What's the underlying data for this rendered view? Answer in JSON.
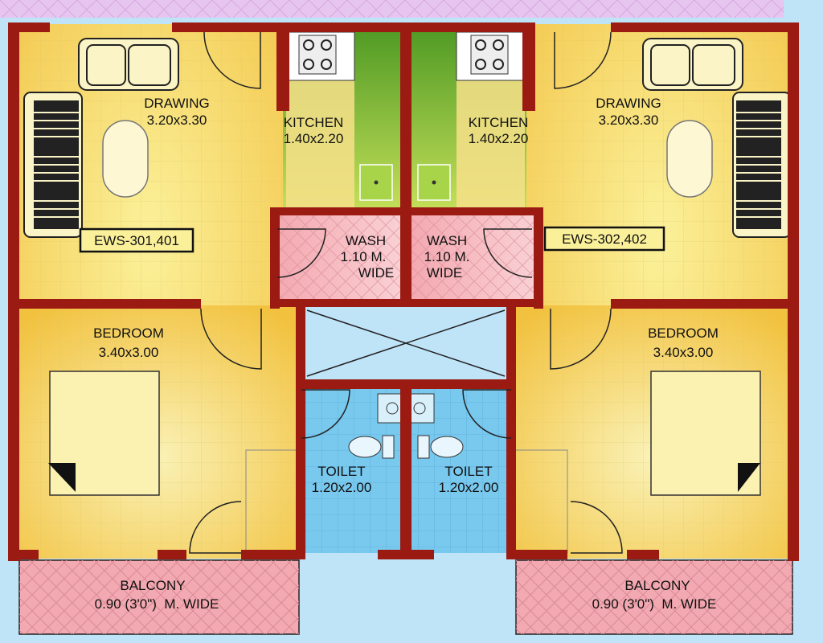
{
  "units": [
    {
      "tag": "EWS-301,401",
      "drawing": {
        "name": "DRAWING",
        "size": "3.20x3.30"
      },
      "kitchen": {
        "name": "KITCHEN",
        "size": "1.40x2.20"
      },
      "wash": {
        "name": "WASH",
        "line2": "1.10 M.",
        "line3": "WIDE"
      },
      "bedroom": {
        "name": "BEDROOM",
        "size": "3.40x3.00"
      },
      "toilet": {
        "name": "TOILET",
        "size": "1.20x2.00"
      },
      "balcony": {
        "name": "BALCONY",
        "size": "0.90 (3'0\")  M. WIDE"
      }
    },
    {
      "tag": "EWS-302,402",
      "drawing": {
        "name": "DRAWING",
        "size": "3.20x3.30"
      },
      "kitchen": {
        "name": "KITCHEN",
        "size": "1.40x2.20"
      },
      "wash": {
        "name": "WASH",
        "line2": "1.10 M.",
        "line3": "WIDE"
      },
      "bedroom": {
        "name": "BEDROOM",
        "size": "3.40x3.00"
      },
      "toilet": {
        "name": "TOILET",
        "size": "1.20x2.00"
      },
      "balcony": {
        "name": "BALCONY",
        "size": "0.90 (3'0\")  M. WIDE"
      }
    }
  ],
  "colors": {
    "wall": "#9b1a12",
    "floor_yellow": "#f7e47a",
    "floor_orange": "#f2c447",
    "kitchen_green": "#9acb3a",
    "wash_pink": "#f6b9bd",
    "toilet_blue": "#79c8ee",
    "balcony_pink": "#f3a9b2",
    "sky": "#bfe3f7",
    "lilac": "#e6c6ee"
  }
}
